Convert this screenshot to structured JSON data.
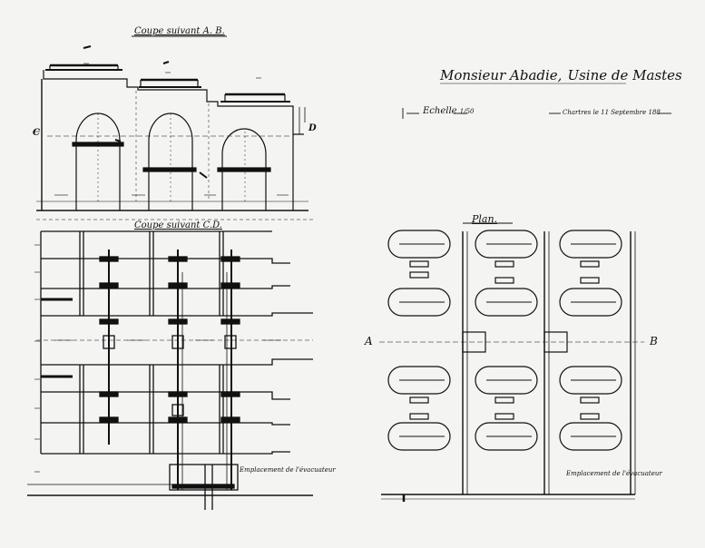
{
  "header": {
    "client": "Monsieur Abadie,",
    "project": "Usine de Mastes",
    "scale": "Echelle",
    "scale_value": "1/50",
    "date_place": "Chartres le 11 Septembre 188"
  },
  "sections": {
    "section_ab": "Coupe suivant  A. B.",
    "section_cd": "Coupe suivant  C.D.",
    "plan": "Plan."
  },
  "markers": {
    "c": "C",
    "d": "D",
    "a": "A",
    "b": "B"
  },
  "notes": {
    "emplacement_left": "Emplacement de l'évacuateur",
    "emplacement_right": "Emplacement de l'évacuateur"
  }
}
